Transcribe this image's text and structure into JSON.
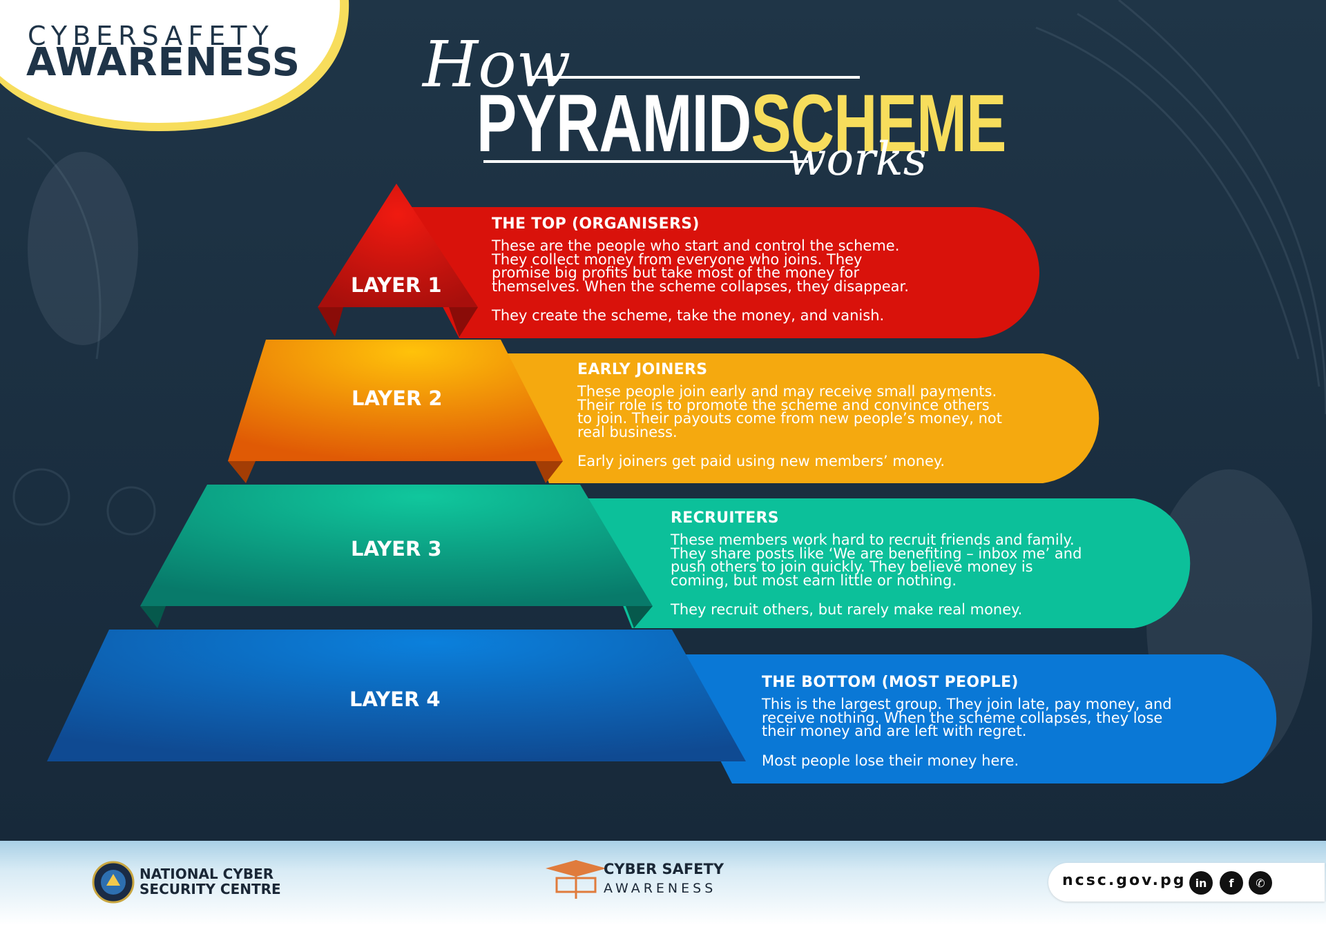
{
  "badge": {
    "line1": "CYBERSAFETY",
    "line2": "AWARENESS"
  },
  "title": {
    "how": "How",
    "word1": "PYRAMID",
    "word2": "SCHEME",
    "works": "works"
  },
  "layers": [
    {
      "label": "LAYER 1",
      "heading": "THE TOP (ORGANISERS)",
      "body": "These are the people who start and control the scheme.\nThey collect money from everyone who joins. They\npromise big profits but take most of the money for\nthemselves. When the scheme collapses, they disappear.",
      "summary": "They create the scheme, take the money, and vanish.",
      "color": "#d9120b"
    },
    {
      "label": "LAYER 2",
      "heading": "EARLY JOINERS",
      "body": "These people join early and may receive small payments.\nTheir role is to promote the scheme and convince others\nto join. Their payouts come from new people’s money, not\nreal business.",
      "summary": "Early joiners get paid using new members’ money.",
      "color": "#f5a90f"
    },
    {
      "label": "LAYER 3",
      "heading": "RECRUITERS",
      "body": "These members work hard to recruit friends and family.\nThey share posts like ‘We are benefiting – inbox me’ and\npush others to join quickly. They believe money is\ncoming, but most earn little or nothing.",
      "summary": "They recruit others, but rarely make real money.",
      "color": "#0cc09a"
    },
    {
      "label": "LAYER 4",
      "heading": "THE BOTTOM (MOST PEOPLE)",
      "body": "This is the largest group. They join late, pay money, and\nreceive nothing. When the scheme collapses, they lose\ntheir money and are left with regret.",
      "summary": "Most people lose their money here.",
      "color": "#0a78d6"
    }
  ],
  "footer": {
    "ncsc_line1": "NATIONAL CYBER",
    "ncsc_line2": "SECURITY CENTRE",
    "csa_line1": "CYBER SAFETY",
    "csa_line2": "AWARENESS",
    "url": "ncsc.gov.pg",
    "social": [
      {
        "icon": "linkedin-icon",
        "glyph": "in"
      },
      {
        "icon": "facebook-icon",
        "glyph": "f"
      },
      {
        "icon": "whatsapp-icon",
        "glyph": "✆"
      }
    ]
  }
}
